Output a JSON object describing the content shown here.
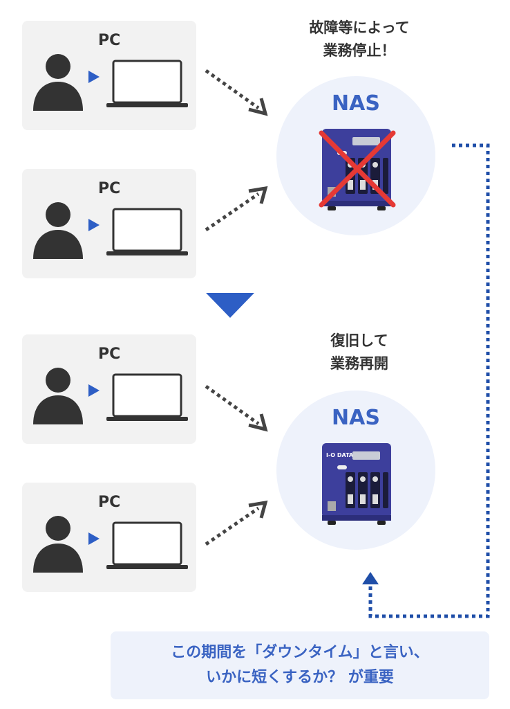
{
  "pc_label": "PC",
  "nas_label": "NAS",
  "before": {
    "caption_line1": "故障等によって",
    "caption_line2": "業務停止！"
  },
  "after": {
    "caption_line1": "復旧して",
    "caption_line2": "業務再開"
  },
  "downtime_note": {
    "line1": "この期間を「ダウンタイム」と言い、",
    "line2": "いかに短くするか？ が重要"
  },
  "device_brand": "I-O DATA",
  "colors": {
    "accent_blue": "#3a63c2",
    "nav_blue": "#2d5ec5",
    "dot_blue": "#1f4ea8",
    "cross_red": "#e53935",
    "card_gray": "#f2f2f2",
    "circle_fill": "#eef2fb",
    "icon_dark": "#333333"
  }
}
